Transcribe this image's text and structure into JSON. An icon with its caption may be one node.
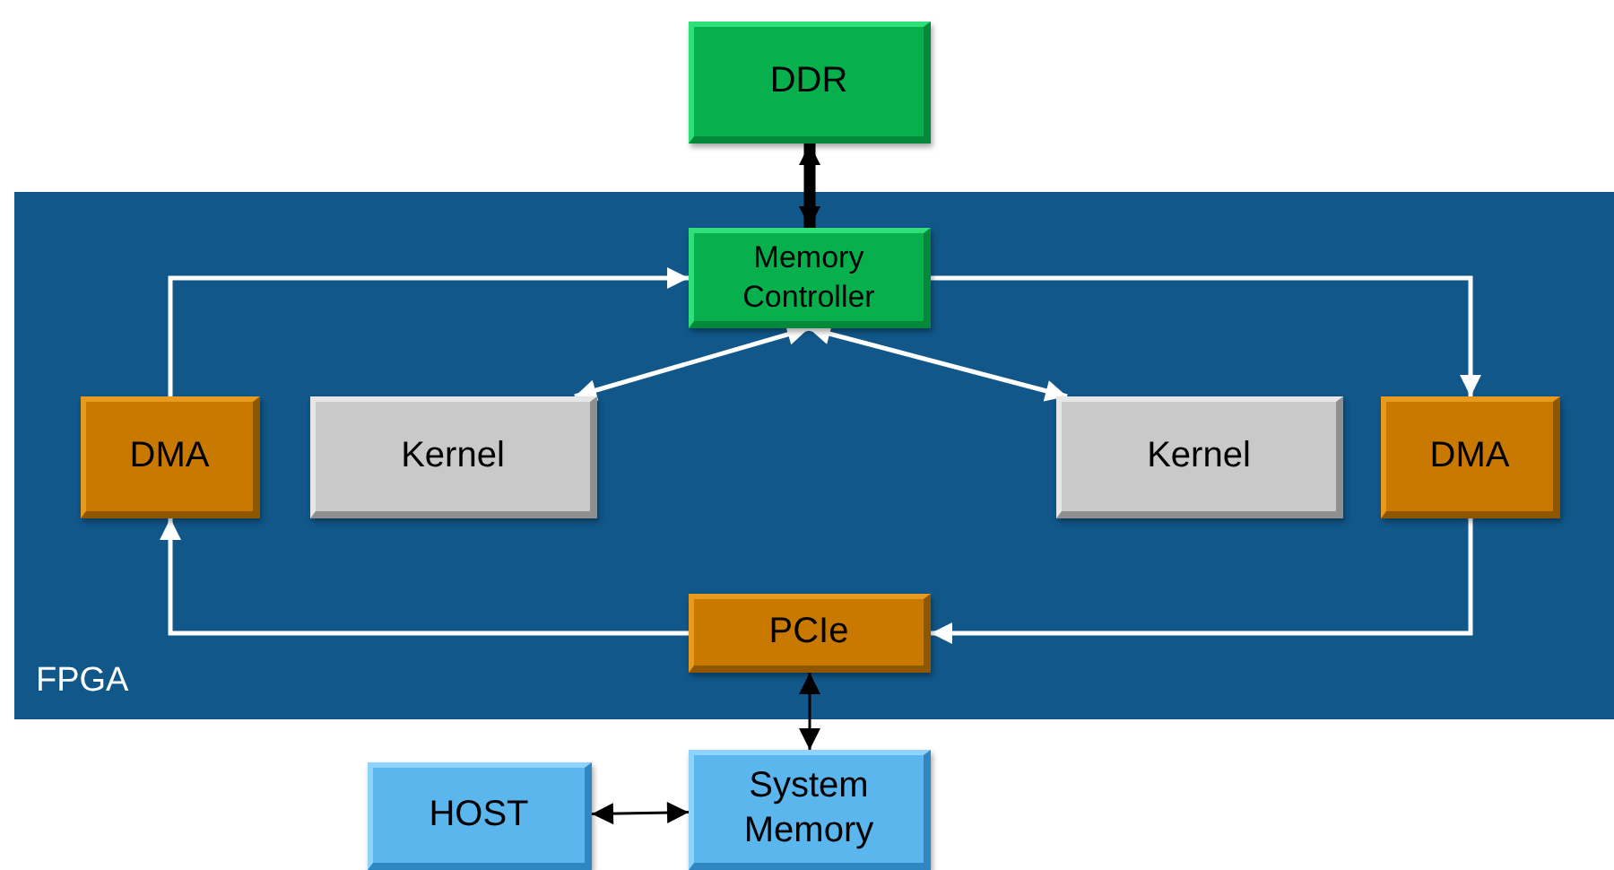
{
  "diagram": {
    "nodes": [
      {
        "text": [
          "FPGA"
        ]
      },
      {
        "text": [
          "DDR"
        ]
      },
      {
        "text": [
          "Memory Controller"
        ],
        "in": 0
      },
      {
        "text": [
          "DMA"
        ],
        "in": 0
      },
      {
        "text": [
          "Kernel"
        ],
        "in": 0
      },
      {
        "text": [
          "Kernel"
        ],
        "in": 0
      },
      {
        "text": [
          "DMA"
        ],
        "in": 0
      },
      {
        "text": [
          "PCIe"
        ],
        "in": 0
      },
      {
        "text": [
          "HOST"
        ]
      },
      {
        "text": [
          "System Memory"
        ]
      }
    ],
    "edges": [
      {
        "from": 1,
        "to": 2,
        "arrow": "both",
        "style": "thick",
        "color": "#000000"
      },
      {
        "from": 3,
        "to": 2,
        "arrow": "to"
      },
      {
        "from": 2,
        "to": 6,
        "arrow": "to"
      },
      {
        "from": 2,
        "to": 4,
        "arrow": "both"
      },
      {
        "from": 2,
        "to": 5,
        "arrow": "both"
      },
      {
        "from": 6,
        "to": 7,
        "arrow": "to"
      },
      {
        "from": 7,
        "to": 3,
        "arrow": "to"
      },
      {
        "from": 7,
        "to": 9,
        "arrow": "both",
        "color": "#000000"
      },
      {
        "from": 8,
        "to": 9,
        "arrow": "both",
        "color": "#000000"
      }
    ]
  }
}
